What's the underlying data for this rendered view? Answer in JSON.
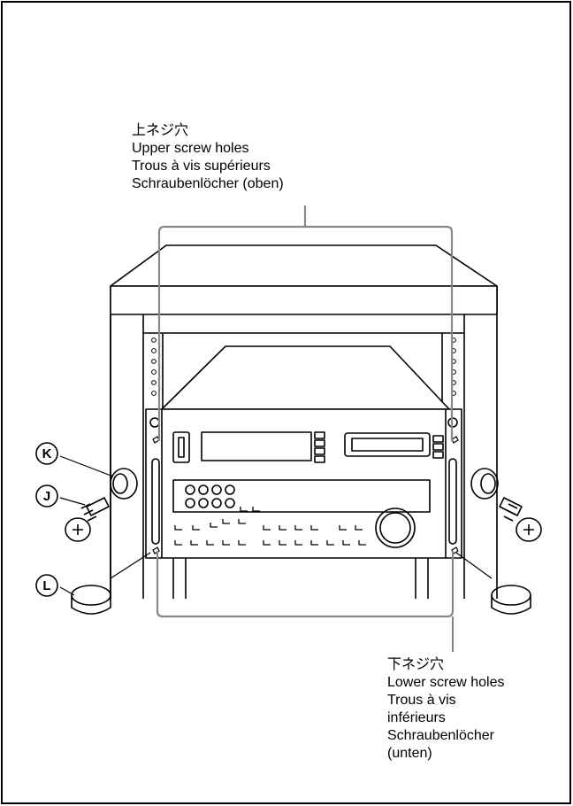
{
  "upper_holes": {
    "ja": "上ネジ穴",
    "en": "Upper screw holes",
    "fr": "Trous à vis supérieurs",
    "de": "Schraubenlöcher (oben)"
  },
  "lower_holes": {
    "ja": "下ネジ穴",
    "en": "Lower screw holes",
    "fr1": "Trous à vis",
    "fr2": "inférieurs",
    "de1": "Schraubenlöcher",
    "de2": "(unten)"
  },
  "callouts": {
    "k": "K",
    "j": "J",
    "l": "L"
  }
}
